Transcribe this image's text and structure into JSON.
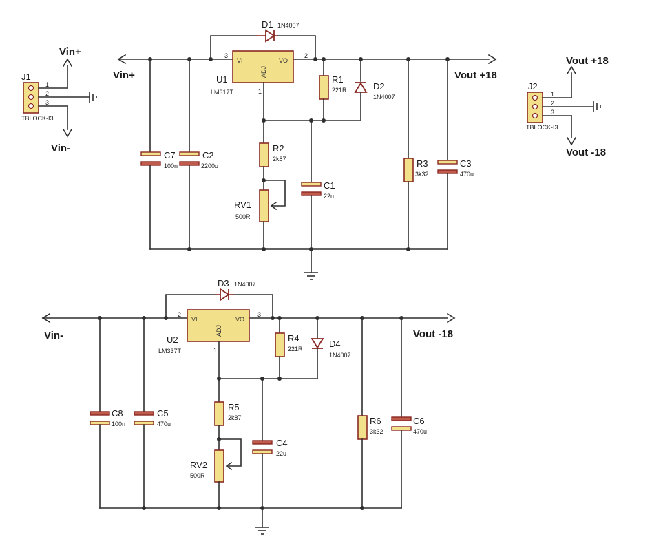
{
  "connectors": {
    "j1": {
      "ref": "J1",
      "model": "TBLOCK-I3",
      "pins": [
        "1",
        "2",
        "3"
      ],
      "top": "Vin+",
      "bottom": "Vin-"
    },
    "j2": {
      "ref": "J2",
      "model": "TBLOCK-I3",
      "pins": [
        "1",
        "2",
        "3"
      ],
      "top": "Vout +18",
      "bottom": "Vout -18"
    }
  },
  "top_circuit": {
    "input_label": "Vin+",
    "output_label": "Vout +18",
    "u": {
      "ref": "U1",
      "model": "LM317T",
      "vi": "VI",
      "vo": "VO",
      "adj": "ADJ",
      "pin_vi": "3",
      "pin_vo": "2",
      "pin_adj": "1"
    },
    "d_bypass": {
      "ref": "D1",
      "value": "1N4007"
    },
    "r_set": {
      "ref": "R1",
      "value": "221R"
    },
    "d_adj": {
      "ref": "D2",
      "value": "1N4007"
    },
    "c_in_small": {
      "ref": "C7",
      "value": "100n"
    },
    "c_in_big": {
      "ref": "C2",
      "value": "2200u"
    },
    "r_adj": {
      "ref": "R2",
      "value": "2k87"
    },
    "pot": {
      "ref": "RV1",
      "value": "500R"
    },
    "c_adj": {
      "ref": "C1",
      "value": "22u"
    },
    "r_load": {
      "ref": "R3",
      "value": "3k32"
    },
    "c_out": {
      "ref": "C3",
      "value": "470u"
    }
  },
  "bottom_circuit": {
    "input_label": "Vin-",
    "output_label": "Vout -18",
    "u": {
      "ref": "U2",
      "model": "LM337T",
      "vi": "VI",
      "vo": "VO",
      "adj": "ADJ",
      "pin_vi": "2",
      "pin_vo": "3",
      "pin_adj": "1"
    },
    "d_bypass": {
      "ref": "D3",
      "value": "1N4007"
    },
    "r_set": {
      "ref": "R4",
      "value": "221R"
    },
    "d_adj": {
      "ref": "D4",
      "value": "1N4007"
    },
    "c_in_small": {
      "ref": "C8",
      "value": "100n"
    },
    "c_in_big": {
      "ref": "C5",
      "value": "470u"
    },
    "r_adj": {
      "ref": "R5",
      "value": "2k87"
    },
    "pot": {
      "ref": "RV2",
      "value": "500R"
    },
    "c_adj": {
      "ref": "C4",
      "value": "22u"
    },
    "r_load": {
      "ref": "R6",
      "value": "3k32"
    },
    "c_out": {
      "ref": "C6",
      "value": "470u"
    }
  }
}
